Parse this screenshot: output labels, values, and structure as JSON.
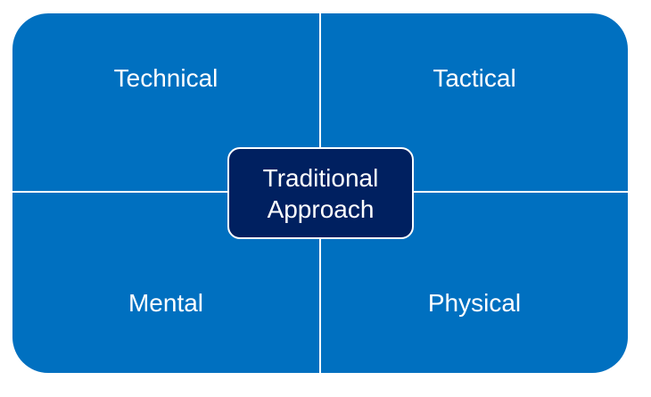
{
  "diagram": {
    "quadrants": {
      "top_left": "Technical",
      "top_right": "Tactical",
      "bottom_left": "Mental",
      "bottom_right": "Physical"
    },
    "center": {
      "line1": "Traditional",
      "line2": "Approach"
    },
    "colors": {
      "quadrant_fill": "#0070c0",
      "center_fill": "#002060",
      "divider": "#ffffff",
      "text": "#ffffff"
    }
  }
}
